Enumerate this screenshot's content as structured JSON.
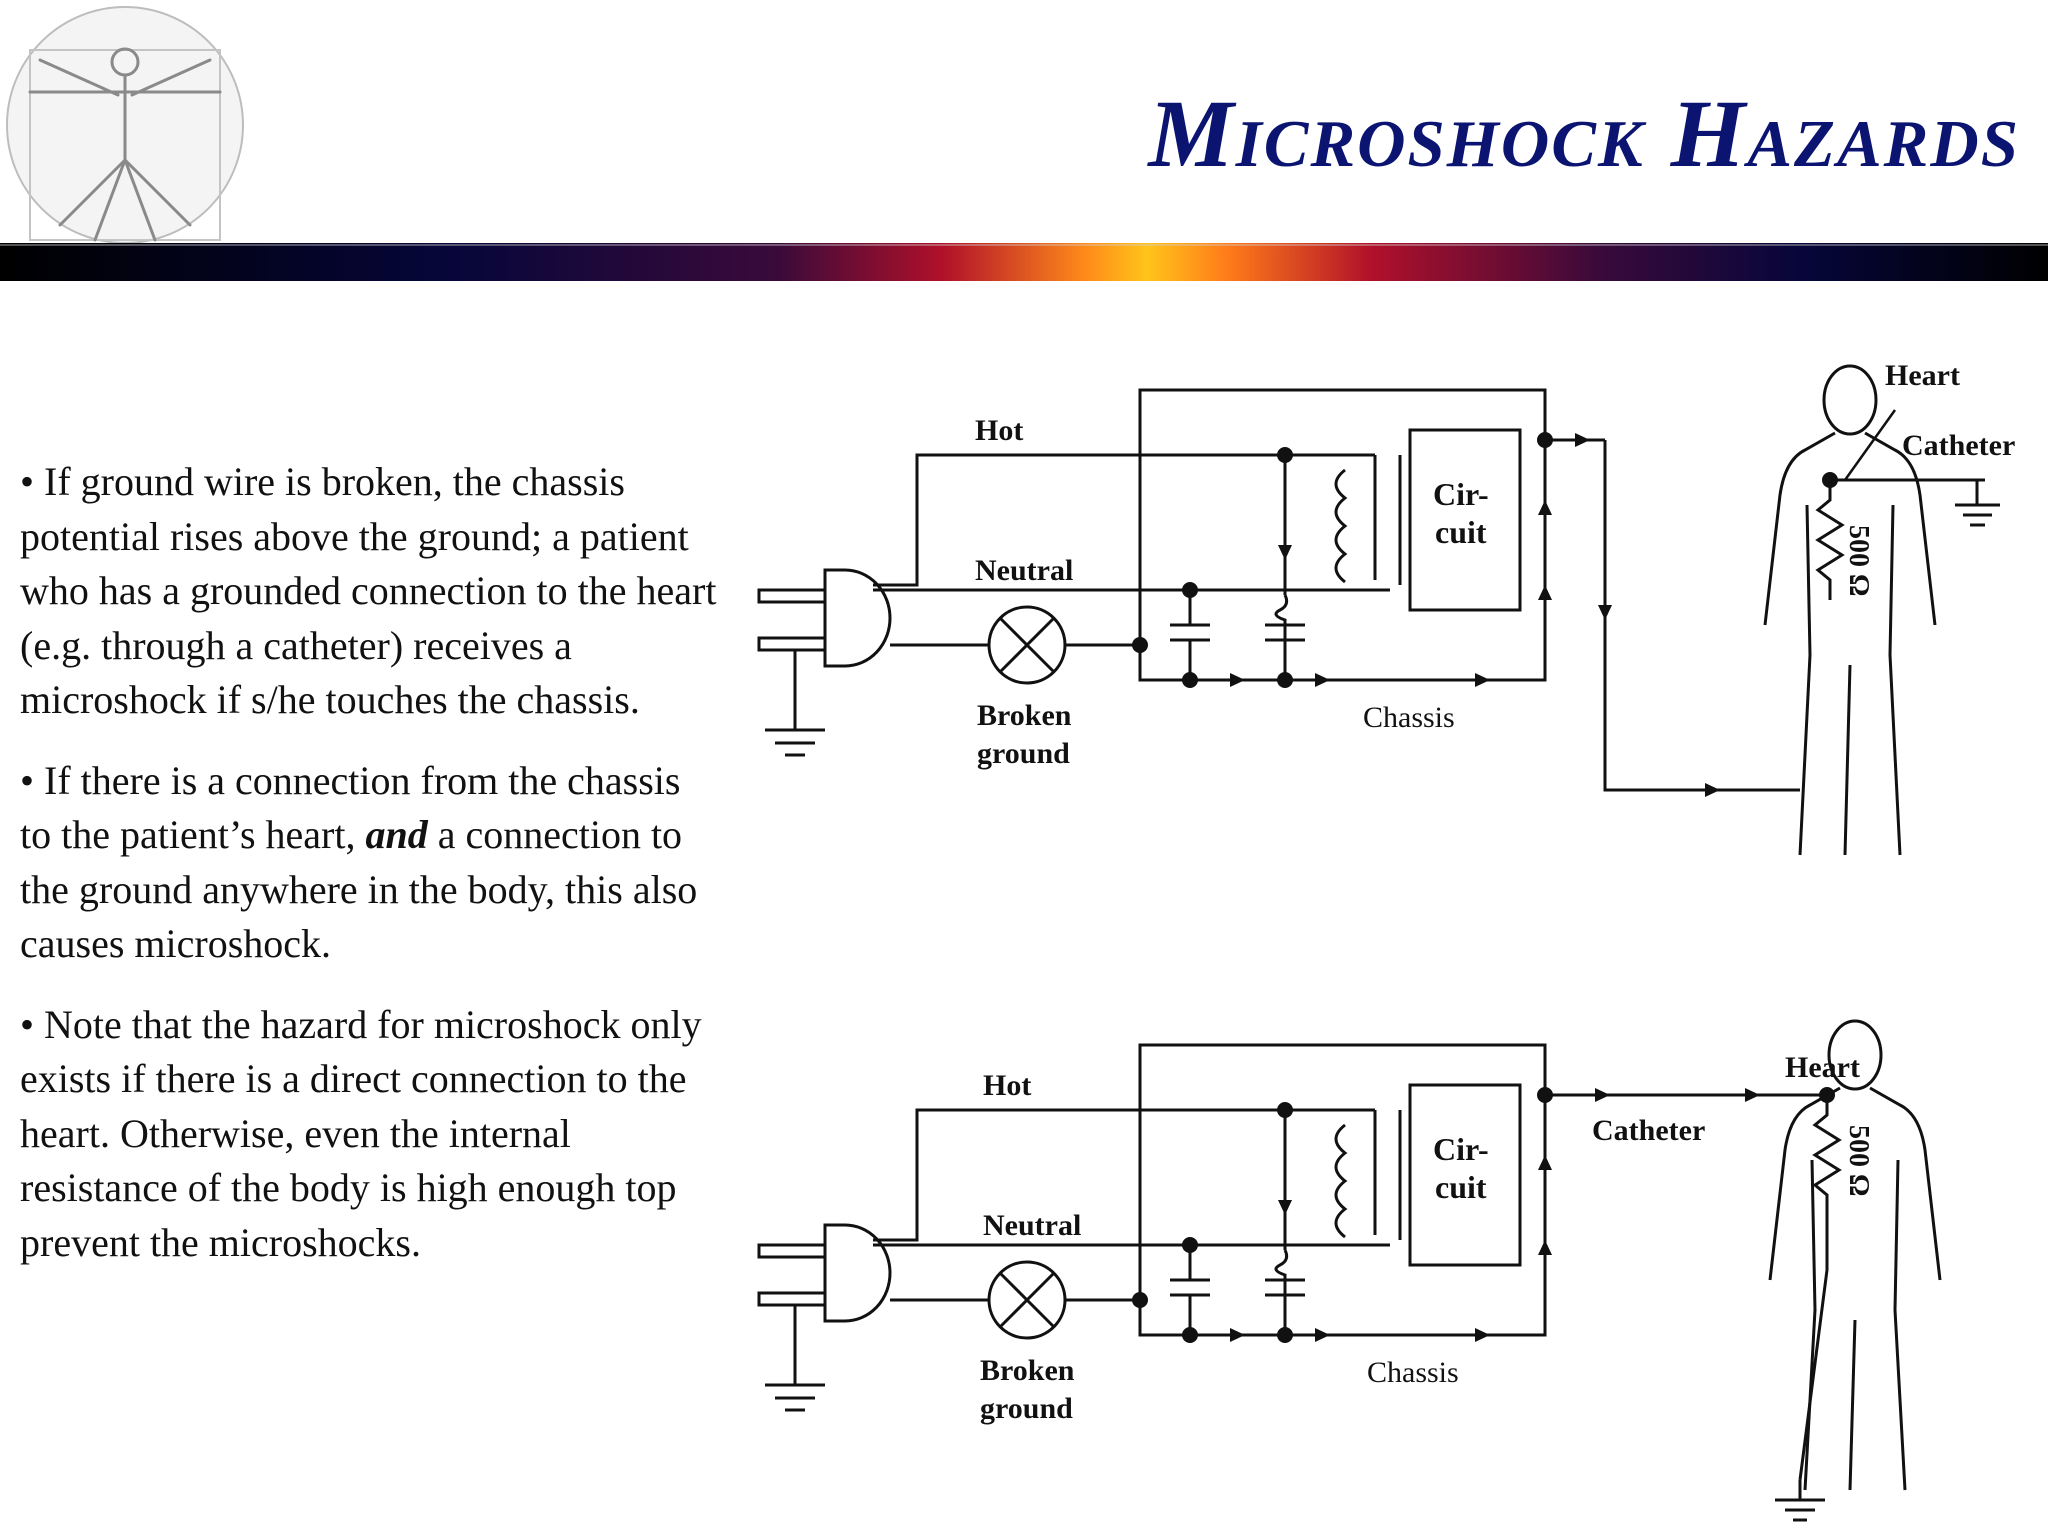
{
  "slide": {
    "title": "Microshock Hazards"
  },
  "bullets": [
    {
      "text": "• If  ground wire is broken, the chassis potential rises above the ground; a patient who has a grounded connection to the heart (e.g. through a catheter) receives a microshock if  s/he touches the chassis."
    },
    {
      "before": "• If  there is a connection from the chassis to the patient’s heart, ",
      "emphasis": "and",
      "after": " a connection to the ground anywhere in the body, this also causes microshock."
    },
    {
      "text": "• Note that the hazard for microshock only exists if  there is a direct connection to the heart. Otherwise, even the internal resistance of  the body is high enough top prevent the microshocks."
    }
  ],
  "diagram_top": {
    "hot": "Hot",
    "neutral": "Neutral",
    "broken": "Broken",
    "ground": "ground",
    "circuit_line1": "Cir-",
    "circuit_line2": "cuit",
    "chassis": "Chassis",
    "heart": "Heart",
    "catheter": "Catheter",
    "resistance": "500 Ω"
  },
  "diagram_bottom": {
    "hot": "Hot",
    "neutral": "Neutral",
    "broken": "Broken",
    "ground": "ground",
    "circuit_line1": "Cir-",
    "circuit_line2": "cuit",
    "chassis": "Chassis",
    "heart": "Heart",
    "catheter": "Catheter",
    "resistance": "500 Ω"
  },
  "colors": {
    "title": "#0b1470",
    "text": "#111111"
  }
}
